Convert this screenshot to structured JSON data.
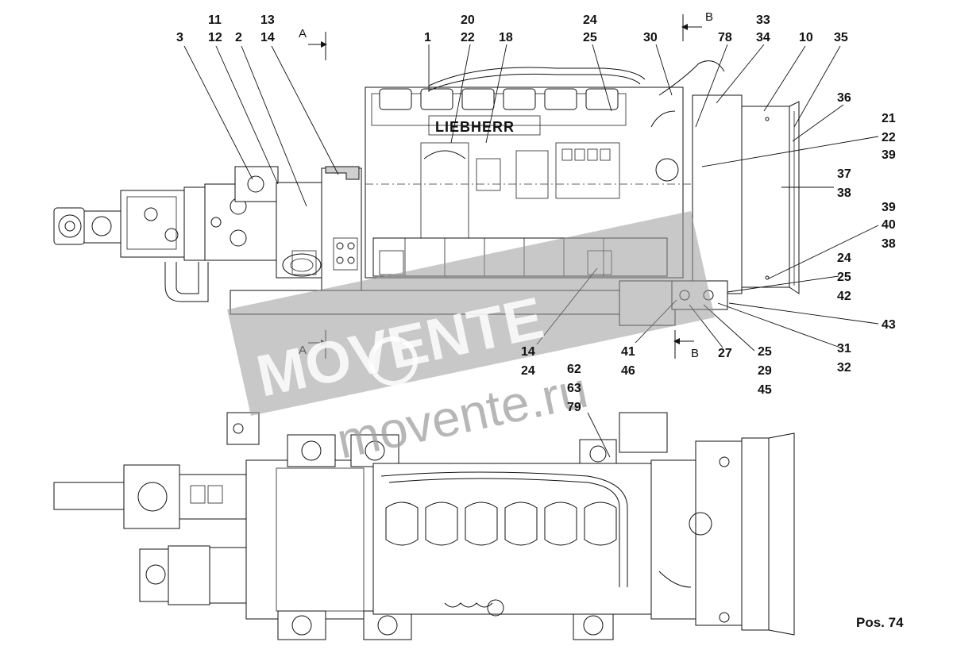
{
  "drawing": {
    "brand": "LIEBHERR",
    "position_label": "Pos. 74",
    "section_a": "A",
    "section_b": "B"
  },
  "watermark": {
    "brand": "MOVENTE",
    "url": "movente.ru"
  },
  "callouts": [
    {
      "id": "c-11",
      "text": "11"
    },
    {
      "id": "c-12",
      "text": "12"
    },
    {
      "id": "c-13",
      "text": "13"
    },
    {
      "id": "c-14a",
      "text": "14"
    },
    {
      "id": "c-3",
      "text": "3"
    },
    {
      "id": "c-2",
      "text": "2"
    },
    {
      "id": "c-20",
      "text": "20"
    },
    {
      "id": "c-22a",
      "text": "22"
    },
    {
      "id": "c-1",
      "text": "1"
    },
    {
      "id": "c-18",
      "text": "18"
    },
    {
      "id": "c-24a",
      "text": "24"
    },
    {
      "id": "c-25a",
      "text": "25"
    },
    {
      "id": "c-30",
      "text": "30"
    },
    {
      "id": "c-78",
      "text": "78"
    },
    {
      "id": "c-33",
      "text": "33"
    },
    {
      "id": "c-34",
      "text": "34"
    },
    {
      "id": "c-10",
      "text": "10"
    },
    {
      "id": "c-35",
      "text": "35"
    },
    {
      "id": "c-36",
      "text": "36"
    },
    {
      "id": "c-21",
      "text": "21"
    },
    {
      "id": "c-22b",
      "text": "22"
    },
    {
      "id": "c-39a",
      "text": "39"
    },
    {
      "id": "c-37",
      "text": "37"
    },
    {
      "id": "c-38a",
      "text": "38"
    },
    {
      "id": "c-39b",
      "text": "39"
    },
    {
      "id": "c-40",
      "text": "40"
    },
    {
      "id": "c-38b",
      "text": "38"
    },
    {
      "id": "c-24b",
      "text": "24"
    },
    {
      "id": "c-25b",
      "text": "25"
    },
    {
      "id": "c-42",
      "text": "42"
    },
    {
      "id": "c-43",
      "text": "43"
    },
    {
      "id": "c-31",
      "text": "31"
    },
    {
      "id": "c-32",
      "text": "32"
    },
    {
      "id": "c-25c",
      "text": "25"
    },
    {
      "id": "c-29",
      "text": "29"
    },
    {
      "id": "c-45",
      "text": "45"
    },
    {
      "id": "c-27",
      "text": "27"
    },
    {
      "id": "c-41",
      "text": "41"
    },
    {
      "id": "c-46",
      "text": "46"
    },
    {
      "id": "c-14b",
      "text": "14"
    },
    {
      "id": "c-24c",
      "text": "24"
    },
    {
      "id": "c-62",
      "text": "62"
    },
    {
      "id": "c-63",
      "text": "63"
    },
    {
      "id": "c-79",
      "text": "79"
    }
  ]
}
